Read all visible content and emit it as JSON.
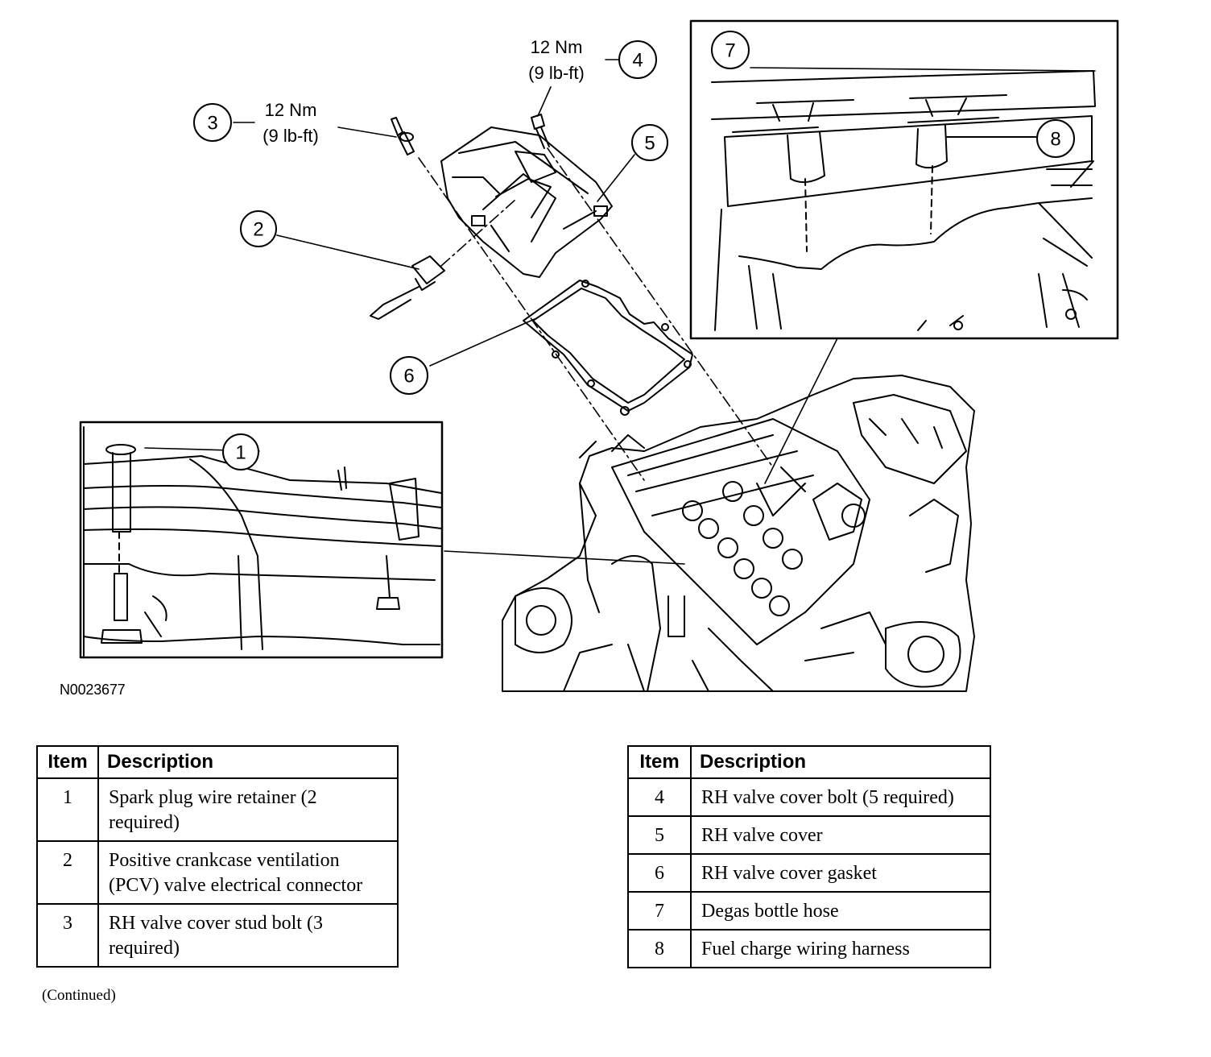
{
  "callouts": [
    "1",
    "2",
    "3",
    "4",
    "5",
    "6",
    "7",
    "8"
  ],
  "torque": {
    "item3_nm": "12 Nm",
    "item3_lbft": "(9 lb-ft)",
    "item4_nm": "12 Nm",
    "item4_lbft": "(9 lb-ft)"
  },
  "figure_id": "N0023677",
  "tables": {
    "left": {
      "headers": [
        "Item",
        "Description"
      ],
      "rows": [
        [
          "1",
          "Spark plug wire retainer (2 required)"
        ],
        [
          "2",
          "Positive crankcase ventilation (PCV) valve electrical connector"
        ],
        [
          "3",
          "RH valve cover stud bolt (3 required)"
        ]
      ]
    },
    "right": {
      "headers": [
        "Item",
        "Description"
      ],
      "rows": [
        [
          "4",
          "RH valve cover bolt (5 required)"
        ],
        [
          "5",
          "RH valve cover"
        ],
        [
          "6",
          "RH valve cover gasket"
        ],
        [
          "7",
          "Degas bottle hose"
        ],
        [
          "8",
          "Fuel charge wiring harness"
        ]
      ]
    }
  },
  "continued": "(Continued)"
}
